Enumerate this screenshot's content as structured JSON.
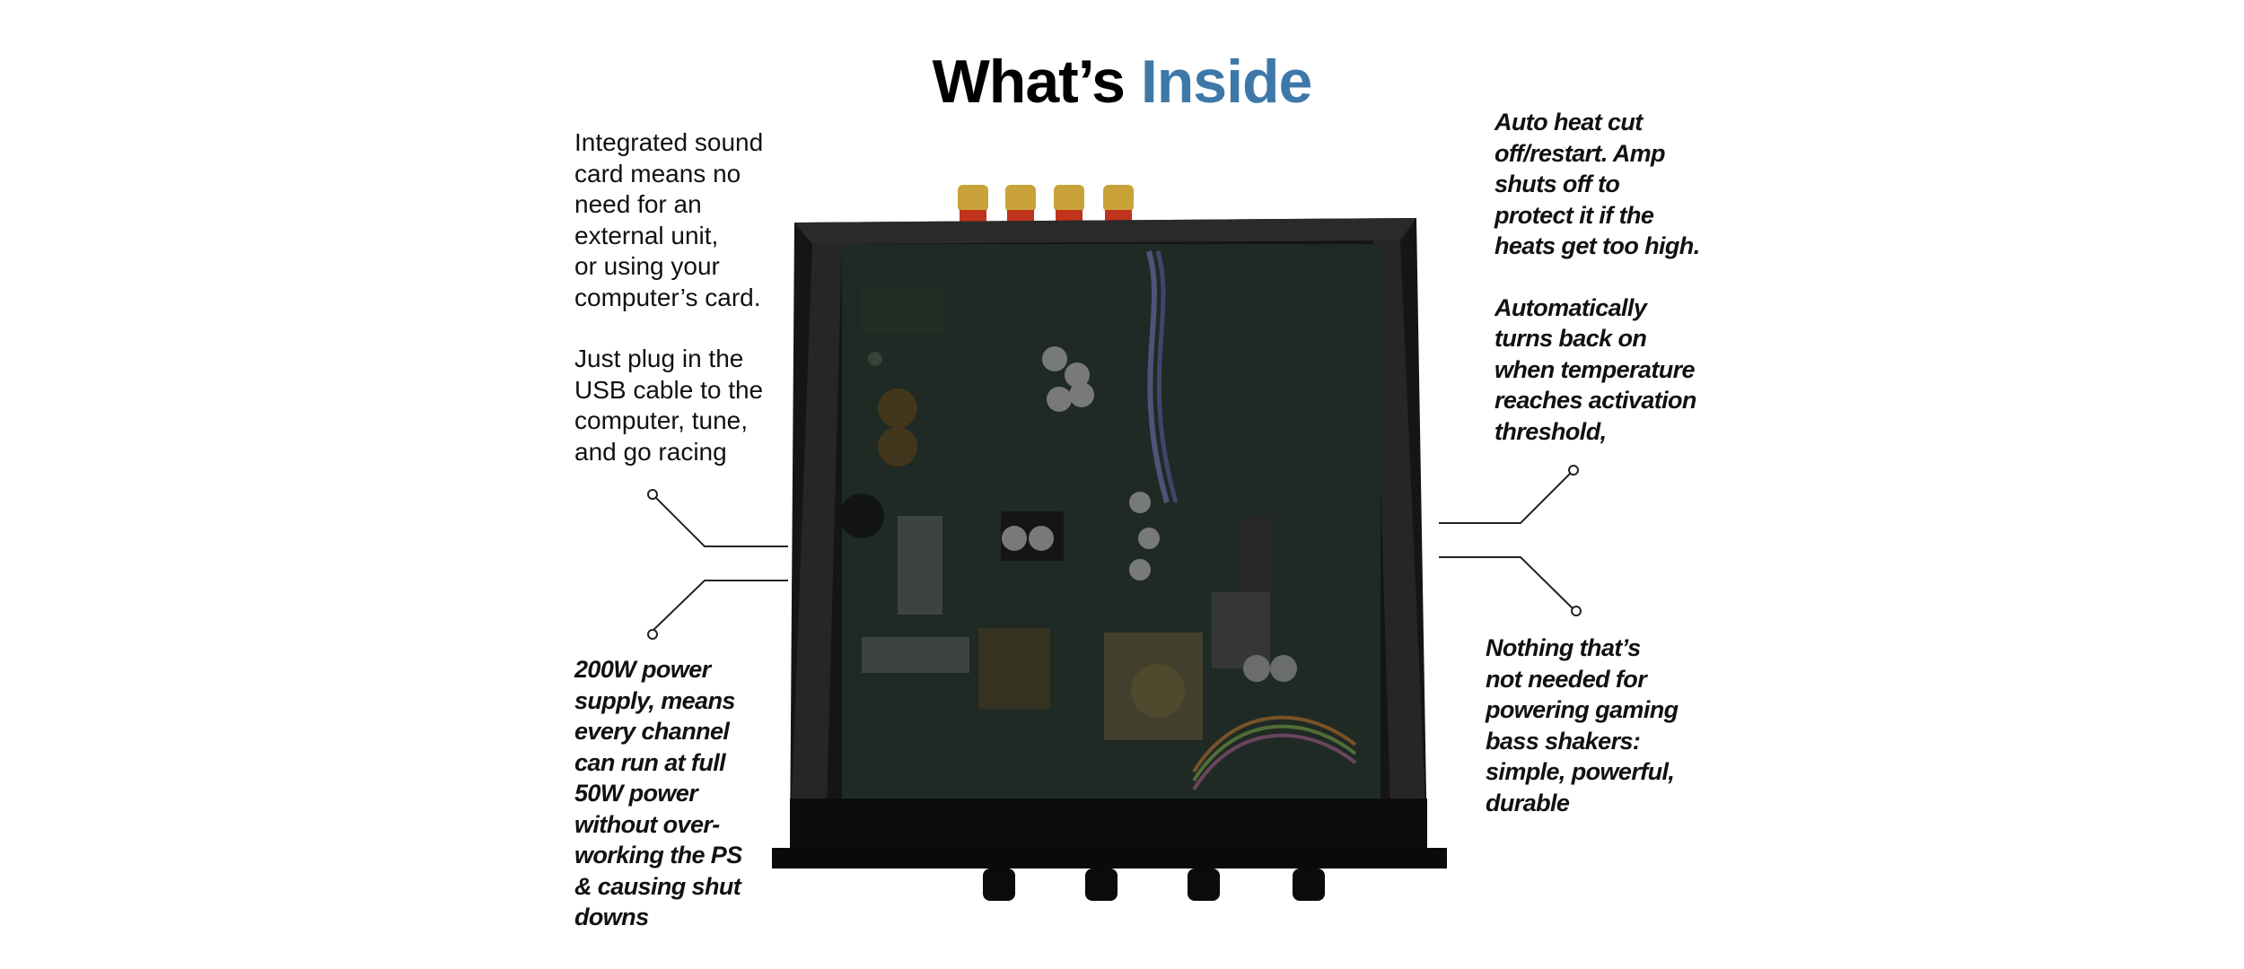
{
  "title": {
    "prefix": "What’s ",
    "accent": "Inside",
    "accent_color": "#3d78a8"
  },
  "callouts": {
    "left_top": {
      "lines": [
        "Integrated sound",
        "card means no",
        "need for an",
        "external unit,",
        "or using your",
        "computer’s card."
      ],
      "lines2": [
        "Just plug in the",
        "USB cable to the",
        "computer, tune,",
        "and go racing"
      ]
    },
    "left_bottom": {
      "lines": [
        "200W power",
        "supply, means",
        "every channel",
        "can run at full",
        "50W power",
        "without over-",
        "working the PS",
        "& causing shut",
        "downs"
      ]
    },
    "right_top": {
      "lines": [
        "Auto heat cut",
        "off/restart. Amp",
        "shuts off  to",
        "protect it if the",
        "heats get too high."
      ],
      "lines2": [
        "Automatically",
        "turns back on",
        "when temperature",
        "reaches activation",
        "threshold,"
      ]
    },
    "right_bottom": {
      "lines": [
        "Nothing that’s",
        "not needed for",
        "powering gaming",
        "bass shakers:",
        "simple, powerful,",
        "durable"
      ]
    }
  },
  "device": {
    "description_icon": "amplifier-internals-photo",
    "colors": {
      "chassis": "#1a1a1a",
      "board": "#1e2a24",
      "gold": "#c9a23a",
      "red": "#c0331c"
    }
  }
}
